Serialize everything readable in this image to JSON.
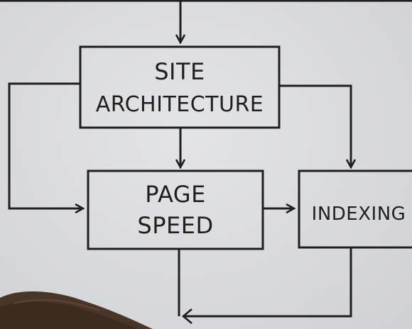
{
  "diagram": {
    "nodes": {
      "site_architecture": {
        "line1": "SITE",
        "line2": "ARCHITECTURE"
      },
      "page_speed": {
        "line1": "PAGE",
        "line2": "SPEED"
      },
      "indexing": {
        "label": "INDEXING"
      }
    },
    "edges": [
      {
        "from": "top",
        "to": "site_architecture"
      },
      {
        "from": "site_architecture",
        "to": "page_speed"
      },
      {
        "from": "site_architecture",
        "to": "page_speed",
        "route": "left-loop"
      },
      {
        "from": "site_architecture",
        "to": "indexing"
      },
      {
        "from": "page_speed",
        "to": "indexing"
      },
      {
        "from": "indexing",
        "to": "page_speed",
        "route": "bottom-loop"
      }
    ],
    "colors": {
      "ink": "#1f1f1f",
      "board": "#d9dadc",
      "hair": "#4a3628"
    }
  }
}
